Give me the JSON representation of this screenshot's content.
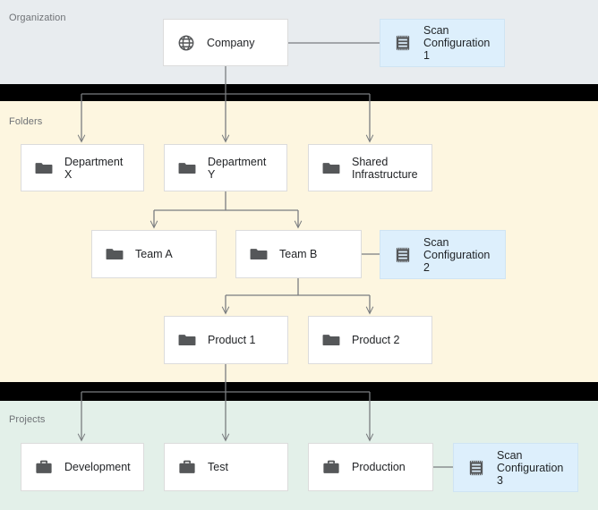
{
  "diagram": {
    "title": "Organization / Folders / Projects hierarchy",
    "colors": {
      "organization_band": "#e8ecef",
      "folders_band": "#fdf6e0",
      "projects_band": "#e3f0e9",
      "divider_band": "#000000",
      "node_fill": "#ffffff",
      "node_border": "#dcdcdc",
      "scan_fill": "#ddeffc",
      "scan_border": "#cfe4f3",
      "connector": "#7a7d80",
      "label_text": "#6f7276",
      "node_text": "#222427",
      "icon": "#555759"
    },
    "sections": [
      {
        "key": "organization",
        "label": "Organization"
      },
      {
        "key": "folders",
        "label": "Folders"
      },
      {
        "key": "projects",
        "label": "Projects"
      }
    ],
    "nodes": [
      {
        "key": "company",
        "label": "Company",
        "icon": "globe-icon",
        "section": "organization",
        "type": "node"
      },
      {
        "key": "scan1",
        "label": "Scan\nConfiguration 1",
        "icon": "scan-icon",
        "section": "organization",
        "type": "scan"
      },
      {
        "key": "department_x",
        "label": "Department X",
        "icon": "folder-icon",
        "section": "folders",
        "type": "node"
      },
      {
        "key": "department_y",
        "label": "Department Y",
        "icon": "folder-icon",
        "section": "folders",
        "type": "node"
      },
      {
        "key": "shared_infra",
        "label": "Shared\nInfrastructure",
        "icon": "folder-icon",
        "section": "folders",
        "type": "node"
      },
      {
        "key": "team_a",
        "label": "Team A",
        "icon": "folder-icon",
        "section": "folders",
        "type": "node"
      },
      {
        "key": "team_b",
        "label": "Team B",
        "icon": "folder-icon",
        "section": "folders",
        "type": "node"
      },
      {
        "key": "scan2",
        "label": "Scan\nConfiguration 2",
        "icon": "scan-icon",
        "section": "folders",
        "type": "scan"
      },
      {
        "key": "product_1",
        "label": "Product 1",
        "icon": "folder-icon",
        "section": "folders",
        "type": "node"
      },
      {
        "key": "product_2",
        "label": "Product 2",
        "icon": "folder-icon",
        "section": "folders",
        "type": "node"
      },
      {
        "key": "development",
        "label": "Development",
        "icon": "briefcase-icon",
        "section": "projects",
        "type": "node"
      },
      {
        "key": "test",
        "label": "Test",
        "icon": "briefcase-icon",
        "section": "projects",
        "type": "node"
      },
      {
        "key": "production",
        "label": "Production",
        "icon": "briefcase-icon",
        "section": "projects",
        "type": "node"
      },
      {
        "key": "scan3",
        "label": "Scan\nConfiguration 3",
        "icon": "scan-icon",
        "section": "projects",
        "type": "scan"
      }
    ],
    "edges": [
      {
        "from": "company",
        "to": "scan1",
        "arrow": false
      },
      {
        "from": "company",
        "to": "department_x",
        "arrow": true
      },
      {
        "from": "company",
        "to": "department_y",
        "arrow": true
      },
      {
        "from": "company",
        "to": "shared_infra",
        "arrow": true
      },
      {
        "from": "department_y",
        "to": "team_a",
        "arrow": true
      },
      {
        "from": "department_y",
        "to": "team_b",
        "arrow": true
      },
      {
        "from": "team_b",
        "to": "scan2",
        "arrow": false
      },
      {
        "from": "team_b",
        "to": "product_1",
        "arrow": true
      },
      {
        "from": "team_b",
        "to": "product_2",
        "arrow": true
      },
      {
        "from": "product_1",
        "to": "development",
        "arrow": true
      },
      {
        "from": "product_1",
        "to": "test",
        "arrow": true
      },
      {
        "from": "product_1",
        "to": "production",
        "arrow": true
      },
      {
        "from": "production",
        "to": "scan3",
        "arrow": false
      }
    ]
  }
}
